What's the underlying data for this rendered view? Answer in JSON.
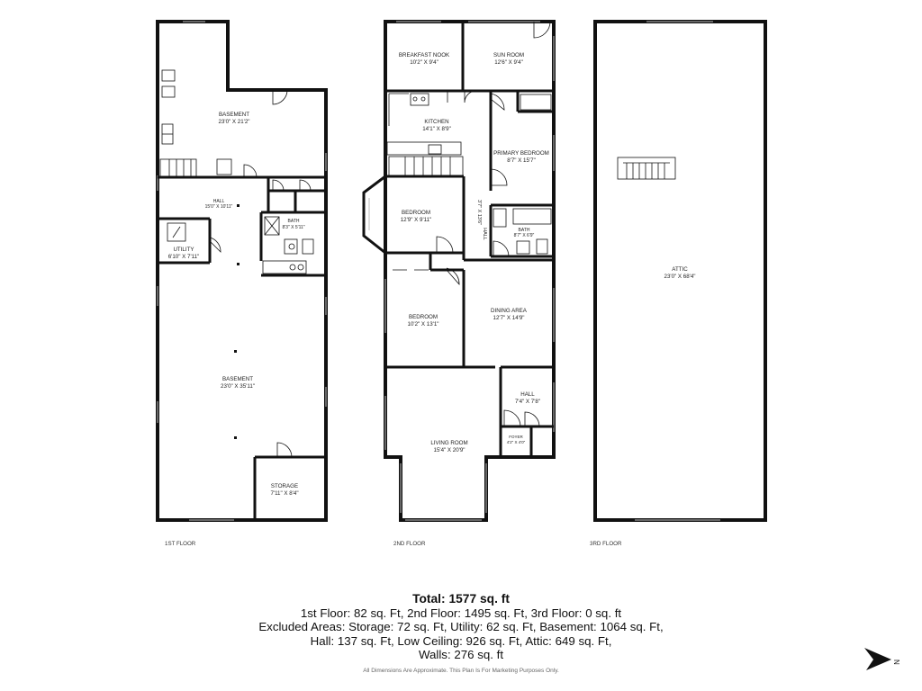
{
  "floors": {
    "first": {
      "label": "1ST FLOOR",
      "rooms": {
        "basement_top": {
          "name": "BASEMENT",
          "dims": "23'0\" X 21'2\""
        },
        "hall": {
          "name": "HALL",
          "dims": "15'0\" X 10'11\""
        },
        "utility": {
          "name": "UTILITY",
          "dims": "6'10\" X 7'11\""
        },
        "bath": {
          "name": "BATH",
          "dims": "8'3\" X 5'11\""
        },
        "basement_main": {
          "name": "BASEMENT",
          "dims": "23'0\" X 35'11\""
        },
        "storage": {
          "name": "STORAGE",
          "dims": "7'11\" X 8'4\""
        }
      }
    },
    "second": {
      "label": "2ND FLOOR",
      "rooms": {
        "breakfast_nook": {
          "name": "BREAKFAST NOOK",
          "dims": "10'2\" X 9'4\""
        },
        "sun_room": {
          "name": "SUN ROOM",
          "dims": "12'6\" X 9'4\""
        },
        "kitchen": {
          "name": "KITCHEN",
          "dims": "14'1\" X 8'9\""
        },
        "primary_bedroom": {
          "name": "PRIMARY BEDROOM",
          "dims": "8'7\" X 15'7\""
        },
        "hall_vertical": {
          "name": "HALL",
          "dims": "3'7\" X 13'6\""
        },
        "bedroom_1": {
          "name": "BEDROOM",
          "dims": "12'9\" X 9'11\""
        },
        "bath": {
          "name": "BATH",
          "dims": "8'7\" X 6'9\""
        },
        "bedroom_2": {
          "name": "BEDROOM",
          "dims": "10'2\" X 13'1\""
        },
        "dining_area": {
          "name": "DINING AREA",
          "dims": "12'7\" X 14'9\""
        },
        "hall": {
          "name": "HALL",
          "dims": "7'4\" X 7'8\""
        },
        "foyer": {
          "name": "FOYER",
          "dims": "4'2\" X 4'0\""
        },
        "living_room": {
          "name": "LIVING ROOM",
          "dims": "15'4\" X 20'9\""
        }
      }
    },
    "third": {
      "label": "3RD FLOOR",
      "rooms": {
        "attic": {
          "name": "ATTIC",
          "dims": "23'0\" X 68'4\""
        }
      }
    }
  },
  "summary": {
    "total": "Total: 1577 sq. ft",
    "line1": "1st Floor: 82 sq. Ft, 2nd Floor: 1495 sq. Ft, 3rd Floor: 0 sq. ft",
    "line2": "Excluded Areas: Storage: 72 sq. Ft, Utility: 62 sq. Ft, Basement: 1064 sq. Ft,",
    "line3": "Hall: 137 sq. Ft, Low Ceiling: 926 sq. Ft, Attic: 649 sq. Ft,",
    "line4": "Walls: 276 sq. ft"
  },
  "disclaimer": "All Dimensions Are Approximate. This Plan Is For Marketing Purposes Only.",
  "compass": {
    "label": "N",
    "icon": "north-arrow-icon"
  }
}
